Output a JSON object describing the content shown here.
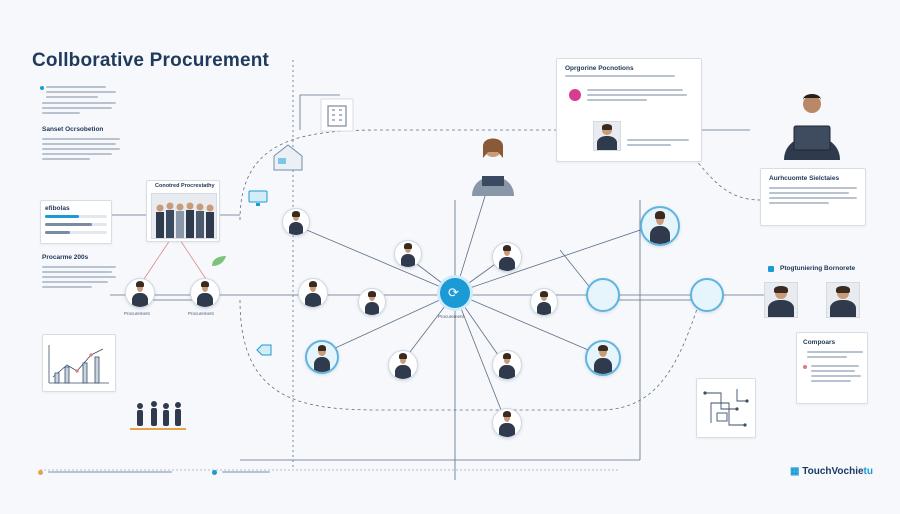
{
  "title": "Collborative Procurement",
  "brand": {
    "prefix": "Touch",
    "suffix": "Vochie",
    "accent": "tu"
  },
  "sections": {
    "left_1": "Sanset Ocrsobetion",
    "left_2": "Procarme 200s",
    "team_card": "Conotred Procrestathy",
    "top_right_card": "Oprgorine Pocnotions",
    "right_card_1": "Aurhcuomte Sielctaies",
    "right_card_2": "Ptogtuniering Bornorete",
    "right_card_3": "Compoars",
    "left_progress": "efibolas"
  },
  "labels": {
    "node_left_a": "Procurement",
    "node_left_b": "Procurement",
    "hub": "Procurement"
  },
  "colors": {
    "accent": "#1c9ad6",
    "ring": "#5fb4e0",
    "wire": "#5c7089",
    "wire_light": "#9aabbf",
    "title": "#1f3a5c"
  },
  "icons": {
    "hub": "sync-icon",
    "building": "building-icon",
    "monitor": "monitor-icon",
    "house": "house-icon",
    "chart": "chart-icon",
    "pen": "pen-icon",
    "circuit": "circuit-icon",
    "handshake": "handshake-icon"
  }
}
